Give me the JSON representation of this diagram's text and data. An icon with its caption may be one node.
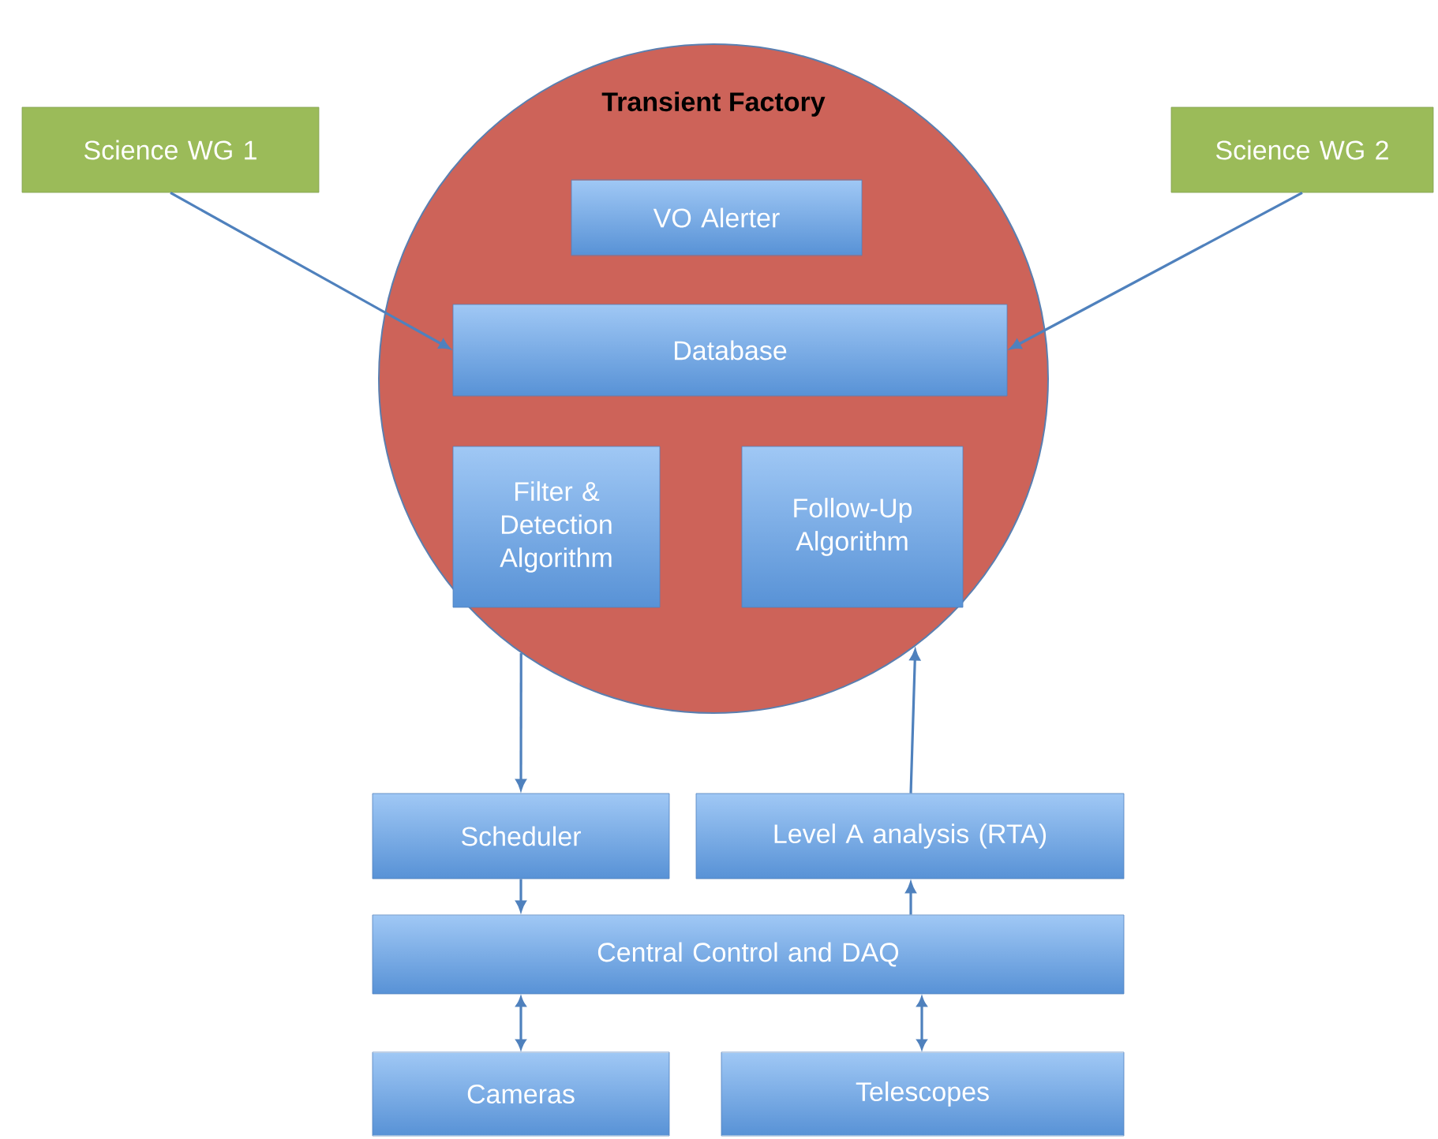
{
  "diagram": {
    "nodes": [
      {
        "text": [
          "Transient Factory"
        ]
      },
      {
        "text": [
          "VO Alerter"
        ],
        "in": 0
      },
      {
        "text": [
          "Database"
        ],
        "in": 0
      },
      {
        "text": [
          "Filter & Detection Algorithm"
        ],
        "in": 0
      },
      {
        "text": [
          "Follow-Up Algorithm"
        ],
        "in": 0
      },
      {
        "text": [
          "Science WG 1"
        ]
      },
      {
        "text": [
          "Science WG 2"
        ]
      },
      {
        "text": [
          "Scheduler"
        ]
      },
      {
        "text": [
          "Level A analysis (RTA)"
        ]
      },
      {
        "text": [
          "Central Control and DAQ"
        ]
      },
      {
        "text": [
          "Cameras"
        ]
      },
      {
        "text": [
          "Telescopes"
        ]
      }
    ],
    "edges": [
      {
        "from": 5,
        "to": 2,
        "arrow": "to"
      },
      {
        "from": 6,
        "to": 2,
        "arrow": "to"
      },
      {
        "from": 0,
        "to": 7,
        "arrow": "to"
      },
      {
        "from": 8,
        "to": 0,
        "arrow": "to"
      },
      {
        "from": 7,
        "to": 9,
        "arrow": "to"
      },
      {
        "from": 9,
        "to": 8,
        "arrow": "to"
      },
      {
        "from": 9,
        "to": 10,
        "arrow": "both"
      },
      {
        "from": 9,
        "to": 11,
        "arrow": "both"
      }
    ]
  }
}
